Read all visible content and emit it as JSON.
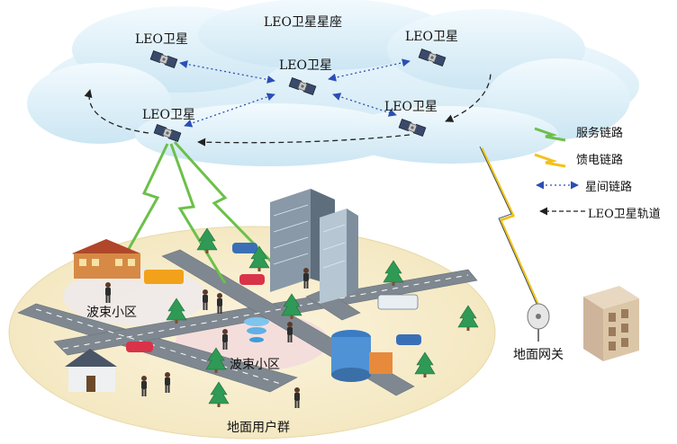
{
  "constellation": {
    "title": "LEO卫星星座"
  },
  "satellites": [
    {
      "label": "LEO卫星"
    },
    {
      "label": "LEO卫星"
    },
    {
      "label": "LEO卫星"
    },
    {
      "label": "LEO卫星"
    },
    {
      "label": "LEO卫星"
    }
  ],
  "legend": [
    {
      "label": "服务链路",
      "icon": "green-lightning-icon",
      "color": "#6cc04a"
    },
    {
      "label": "馈电链路",
      "icon": "yellow-lightning-icon",
      "color": "#f2c21a"
    },
    {
      "label": "星间链路",
      "icon": "dotted-arrow-icon",
      "color": "#2a4fb5"
    },
    {
      "label": "LEO卫星轨道",
      "icon": "dashed-arrow-icon",
      "color": "#222222"
    }
  ],
  "ground": {
    "beam_cell_left": "波束小区",
    "beam_cell_center": "波束小区",
    "user_group": "地面用户群",
    "gateway": "地面网关"
  },
  "colors": {
    "cloud": "#d8eef8",
    "ground": "#f8efd2",
    "road": "#7f8890"
  }
}
